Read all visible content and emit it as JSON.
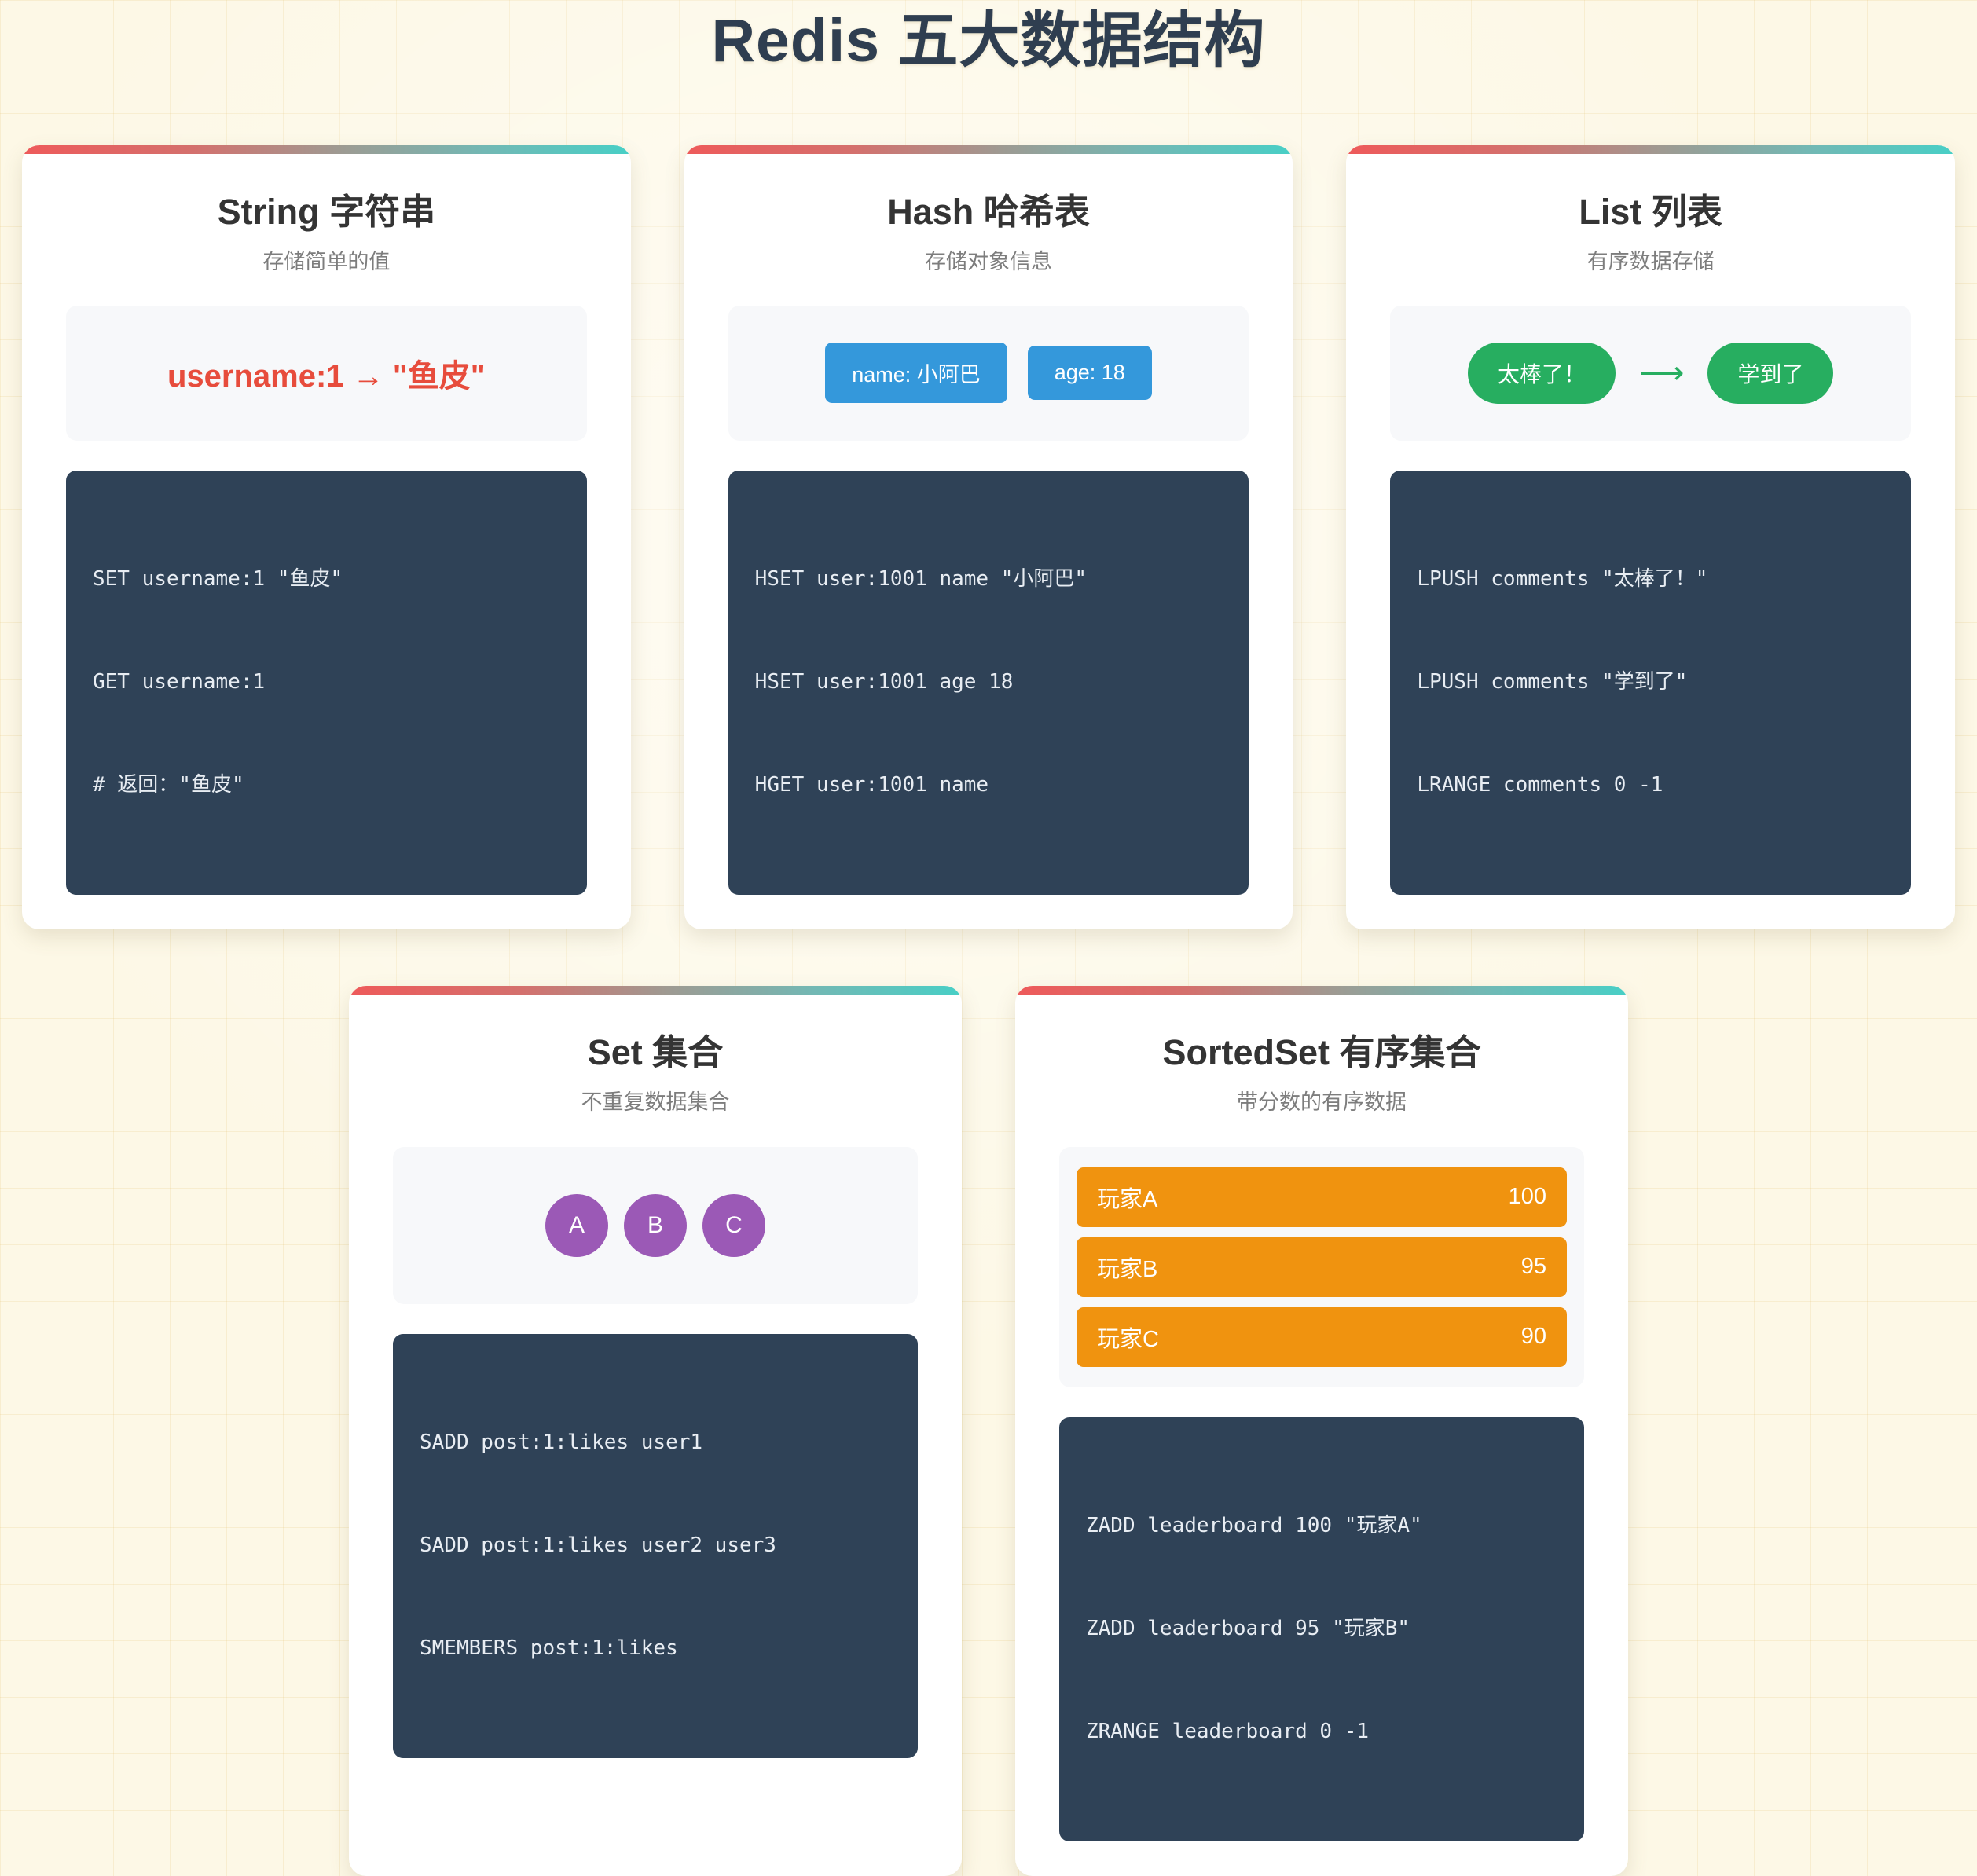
{
  "page": {
    "title": "Redis 五大数据结构"
  },
  "colors": {
    "background": "#fdf8e6",
    "grid_line": "#e2be64",
    "title_text": "#2f3e50",
    "card_background": "#ffffff",
    "accent_gradient_start": "#ee5a5a",
    "accent_gradient_end": "#48cfc6",
    "code_background": "#2f4257",
    "code_text": "#e8edf3",
    "demo_panel": "#f7f8fa",
    "string_value": "#e74c3c",
    "hash_pill": "#3498db",
    "list_pill": "#27ae60",
    "set_circle": "#9b59b6",
    "sortedset_bar": "#f0930f",
    "subtitle_text": "#7d7d7d"
  },
  "cards": [
    {
      "id": "string",
      "title": "String 字符串",
      "subtitle": "存储简单的值",
      "demo": {
        "kind": "string-mapping",
        "text": "username:1 → \"鱼皮\""
      },
      "code": [
        "SET username:1 \"鱼皮\"",
        "GET username:1",
        "# 返回：\"鱼皮\""
      ]
    },
    {
      "id": "hash",
      "title": "Hash 哈希表",
      "subtitle": "存储对象信息",
      "demo": {
        "kind": "pills",
        "items": [
          "name: 小阿巴",
          "age: 18"
        ]
      },
      "code": [
        "HSET user:1001 name \"小阿巴\"",
        "HSET user:1001 age 18",
        "HGET user:1001 name"
      ]
    },
    {
      "id": "list",
      "title": "List 列表",
      "subtitle": "有序数据存储",
      "demo": {
        "kind": "pills-arrow",
        "items": [
          "太棒了！",
          "学到了"
        ],
        "arrow": "⟶"
      },
      "code": [
        "LPUSH comments \"太棒了！\"",
        "LPUSH comments \"学到了\"",
        "LRANGE comments 0 -1"
      ]
    },
    {
      "id": "set",
      "title": "Set 集合",
      "subtitle": "不重复数据集合",
      "demo": {
        "kind": "circles",
        "items": [
          "A",
          "B",
          "C"
        ]
      },
      "code": [
        "SADD post:1:likes user1",
        "SADD post:1:likes user2 user3",
        "SMEMBERS post:1:likes"
      ]
    },
    {
      "id": "sortedset",
      "title": "SortedSet 有序集合",
      "subtitle": "带分数的有序数据",
      "demo": {
        "kind": "score-bars",
        "items": [
          {
            "label": "玩家A",
            "score": "100"
          },
          {
            "label": "玩家B",
            "score": "95"
          },
          {
            "label": "玩家C",
            "score": "90"
          }
        ]
      },
      "code": [
        "ZADD leaderboard 100 \"玩家A\"",
        "ZADD leaderboard 95 \"玩家B\"",
        "ZRANGE leaderboard 0 -1"
      ]
    }
  ]
}
